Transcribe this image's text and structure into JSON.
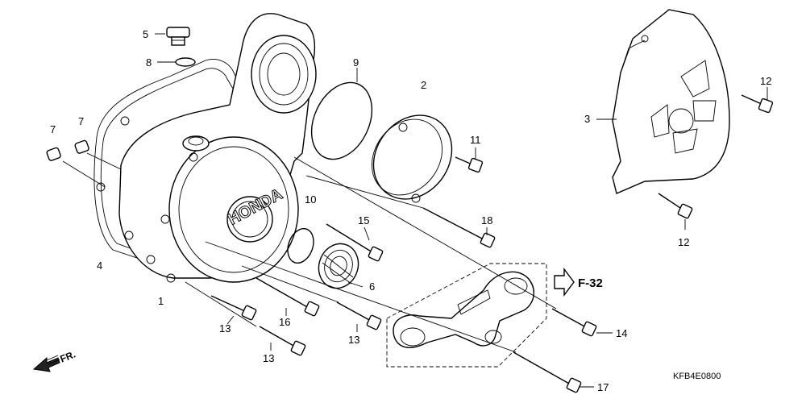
{
  "diagram": {
    "brand_mark": "HONDA",
    "callouts": {
      "c1": "1",
      "c2": "2",
      "c3": "3",
      "c4": "4",
      "c5": "5",
      "c6": "6",
      "c7a": "7",
      "c7b": "7",
      "c8": "8",
      "c9": "9",
      "c10": "10",
      "c11": "11",
      "c12a": "12",
      "c12b": "12",
      "c13a": "13",
      "c13b": "13",
      "c13c": "13",
      "c14": "14",
      "c15": "15",
      "c16": "16",
      "c17": "17",
      "c18": "18"
    },
    "reference": "F-32",
    "front_label": "FR.",
    "drawing_code": "KFB4E0800"
  }
}
